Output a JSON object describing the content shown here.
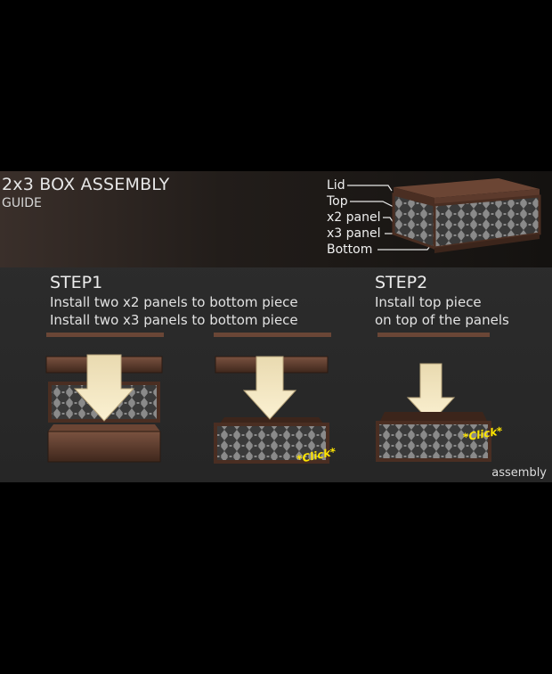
{
  "header": {
    "title": "2x3 BOX ASSEMBLY",
    "subtitle": "GUIDE",
    "parts": [
      "Lid",
      "Top",
      "x2 panel",
      "x3 panel",
      "Bottom"
    ]
  },
  "step1": {
    "heading": "STEP1",
    "line1": "Install two x2 panels to bottom piece",
    "line2": "Install two x3 panels to bottom piece"
  },
  "step2": {
    "heading": "STEP2",
    "line1": "Install top piece",
    "line2": "on top of the panels"
  },
  "annotations": {
    "click": "*Click*"
  },
  "footer": "assembly",
  "colors": {
    "wood": "#5a3a2a",
    "wood_light": "#7a5240",
    "arrow": "#f3e6bf",
    "click": "#ffe600"
  }
}
